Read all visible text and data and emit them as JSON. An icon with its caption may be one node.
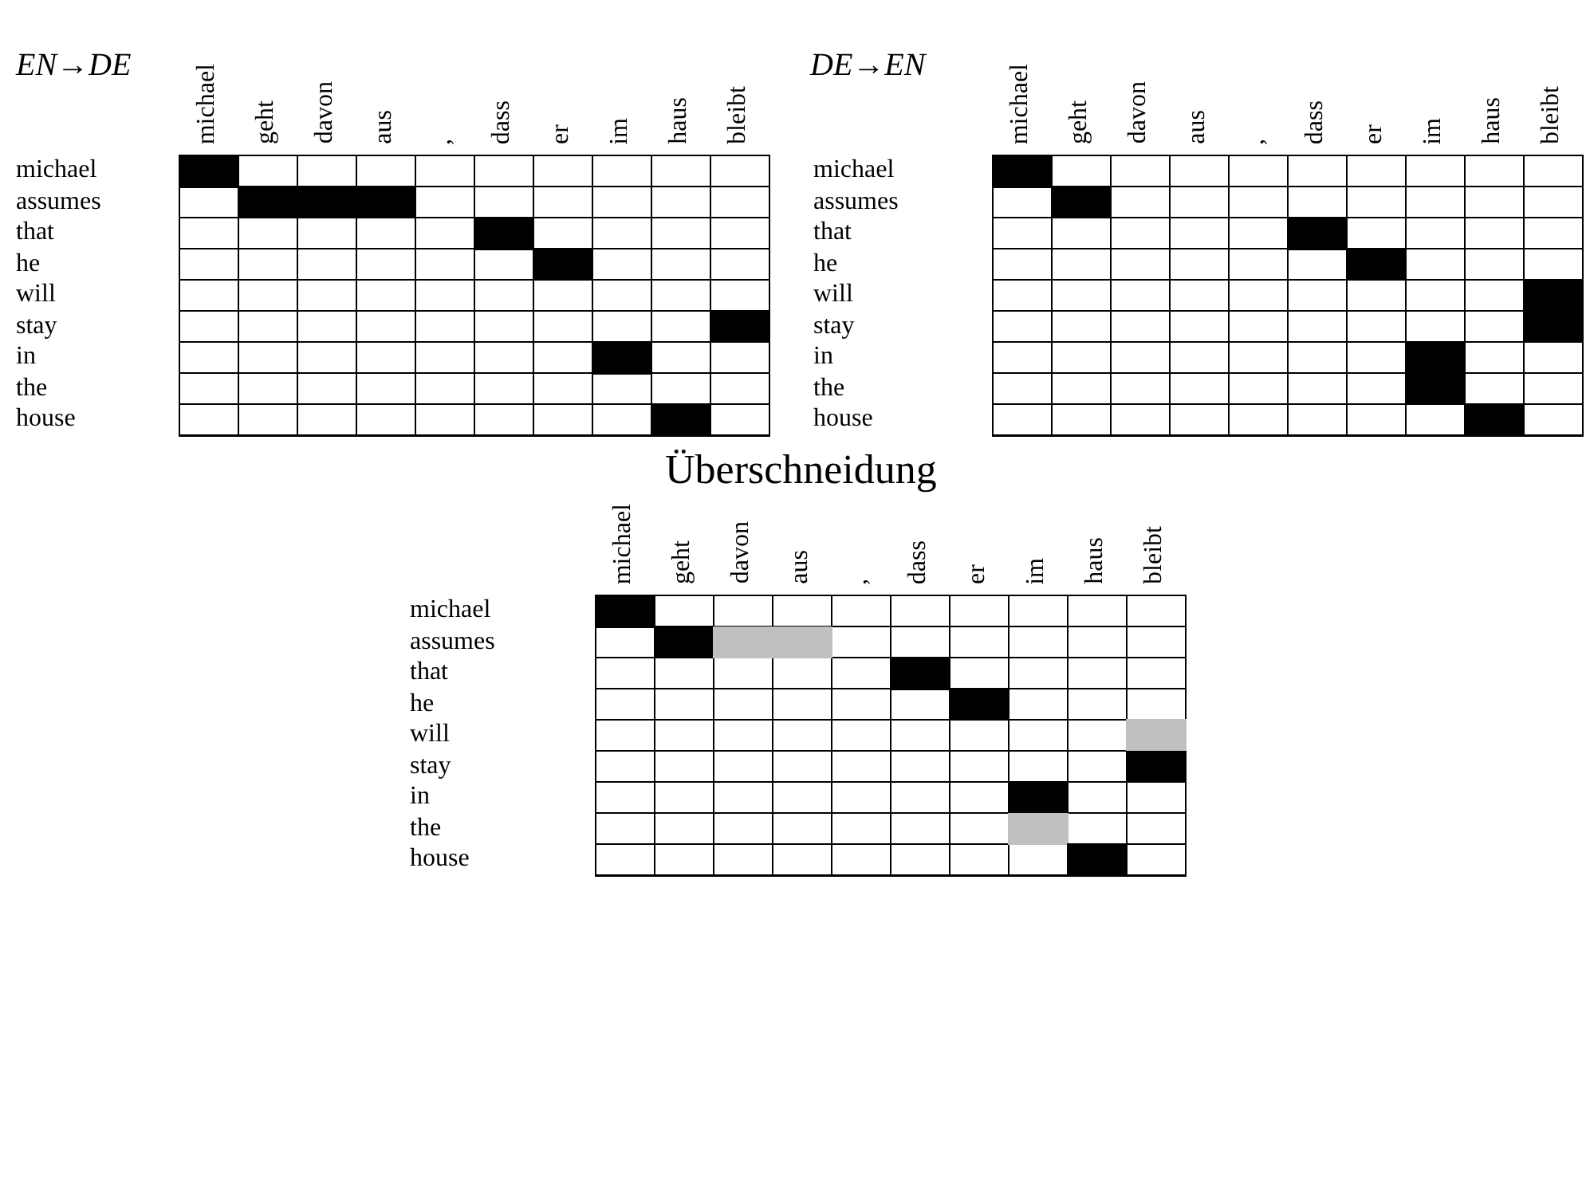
{
  "diagram": {
    "nodes": [
      {
        "text": [
          "EN→DE"
        ]
      },
      {
        "text": [],
        "shape": "box",
        "in": 0
      },
      {
        "text": [],
        "shape": "box",
        "in": 0
      },
      {
        "text": [],
        "shape": "box",
        "in": 0
      },
      {
        "text": [],
        "shape": "box",
        "in": 0
      },
      {
        "text": [],
        "shape": "box",
        "in": 0
      },
      {
        "text": [],
        "shape": "box",
        "in": 0
      },
      {
        "text": [],
        "shape": "box",
        "in": 0
      },
      {
        "text": [],
        "shape": "box",
        "in": 0
      },
      {
        "text": [],
        "shape": "box",
        "in": 0
      },
      {
        "text": [
          "DE→EN"
        ]
      },
      {
        "text": [],
        "shape": "box",
        "in": 10
      },
      {
        "text": [],
        "shape": "box",
        "in": 10
      },
      {
        "text": [],
        "shape": "box",
        "in": 10
      },
      {
        "text": [],
        "shape": "box",
        "in": 10
      },
      {
        "text": [],
        "shape": "box",
        "in": 10
      },
      {
        "text": [],
        "shape": "box",
        "in": 10
      },
      {
        "text": [],
        "shape": "box",
        "in": 10
      },
      {
        "text": [],
        "shape": "box",
        "in": 10
      },
      {
        "text": [],
        "shape": "box",
        "in": 10
      },
      {
        "text": [
          "Überschneidung"
        ]
      },
      {
        "text": [],
        "shape": "box",
        "in": 20
      },
      {
        "text": [],
        "shape": "box",
        "in": 20
      },
      {
        "text": [],
        "shape": "box",
        "in": 20
      },
      {
        "text": [],
        "shape": "box",
        "in": 20
      },
      {
        "text": [],
        "shape": "box",
        "in": 20
      },
      {
        "text": [],
        "shape": "box",
        "in": 20
      },
      {
        "text": [],
        "shape": "box",
        "in": 20
      },
      {
        "text": [],
        "shape": "box",
        "in": 20
      },
      {
        "text": [],
        "shape": "box",
        "in": 20
      },
      {
        "text": [],
        "shape": "box",
        "in": 20
      },
      {
        "text": [],
        "shape": "box",
        "in": 20
      }
    ],
    "labels": [
      "michael",
      "geht",
      "davon",
      "aus",
      ",",
      "dass",
      "er",
      "im",
      "haus",
      "bleibt",
      "michael",
      "assumes",
      "that",
      "he",
      "will",
      "stay",
      "in",
      "the",
      "house",
      "michael",
      "geht",
      "davon",
      "aus",
      ",",
      "dass",
      "er",
      "im",
      "haus",
      "bleibt",
      "michael",
      "assumes",
      "that",
      "he",
      "will",
      "stay",
      "in",
      "the",
      "house",
      "michael",
      "geht",
      "davon",
      "aus",
      ",",
      "dass",
      "er",
      "im",
      "haus",
      "bleibt",
      "michael",
      "assumes",
      "that",
      "he",
      "will",
      "stay",
      "in",
      "the",
      "house"
    ]
  }
}
